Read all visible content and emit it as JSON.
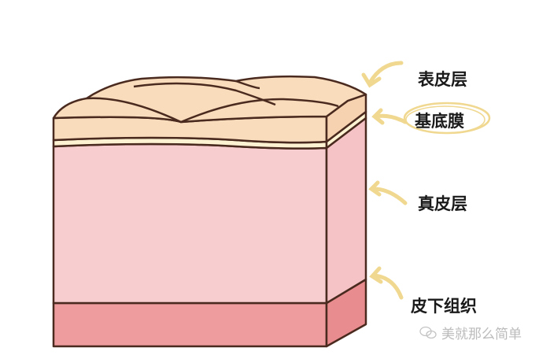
{
  "labels": {
    "epidermis": "表皮层",
    "basement_membrane": "基底膜",
    "dermis": "真皮层",
    "subcutaneous": "皮下组织"
  },
  "watermark": {
    "text": "美就那么简单",
    "icon": "wechat-icon"
  },
  "colors": {
    "epidermis": "#f9dcbc",
    "basement_membrane": "#fdf3d3",
    "dermis": "#f7cdd0",
    "subcutaneous": "#ee9c9e",
    "outline": "#4a2a1e",
    "arrow": "#f0d890"
  }
}
